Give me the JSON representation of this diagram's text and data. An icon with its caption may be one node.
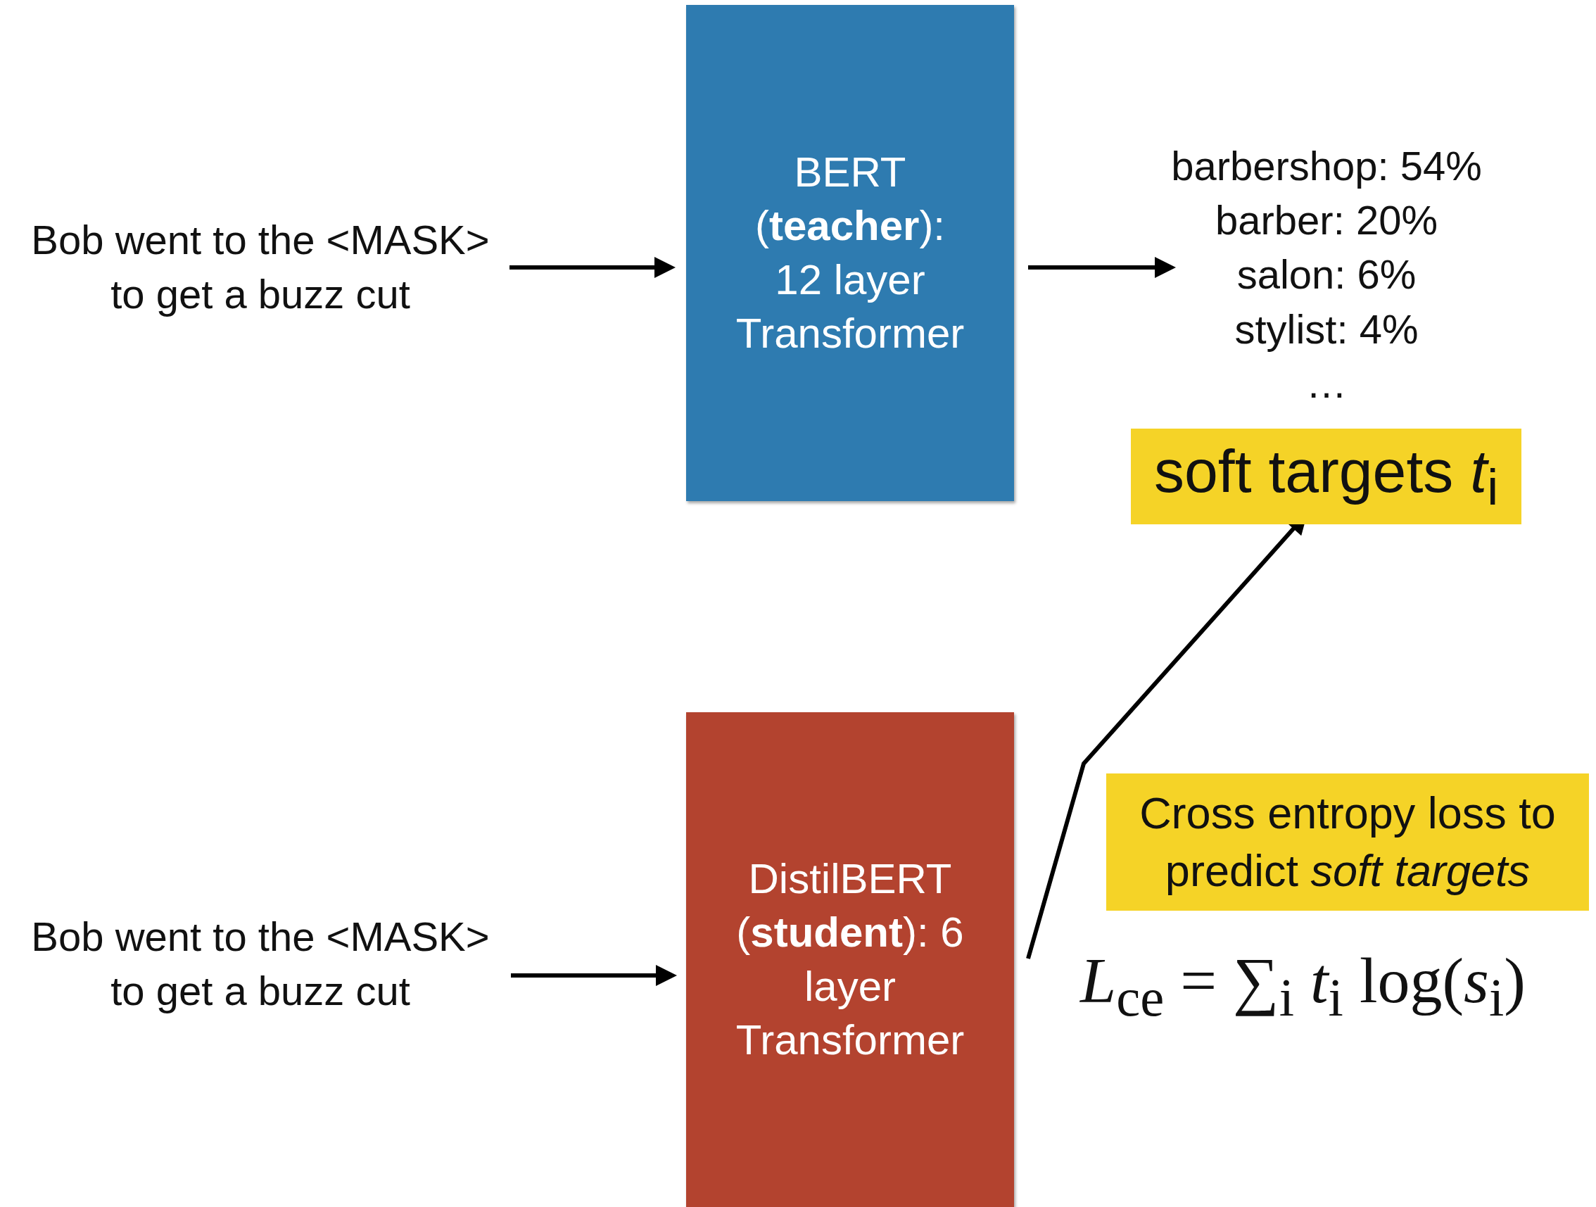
{
  "diagram": {
    "nodes": [
      {
        "text": [
          "Bob went to the <MASK> to get a buzz cut"
        ]
      },
      {
        "text": [
          "BERT (**teacher**): 12 layer Transformer"
        ]
      },
      {
        "text": [
          "barbershop: 54%",
          "barber: 20%",
          "salon: 6%",
          "stylist: 4%",
          "…"
        ]
      },
      {
        "text": [
          "soft targets *t*$_{i}$"
        ]
      },
      {
        "text": [
          "Bob went to the <MASK> to get a buzz cut"
        ]
      },
      {
        "text": [
          "DistilBERT (**student**): 6 layer Transformer"
        ]
      },
      {
        "text": [
          "Cross entropy loss to predict *soft targets*"
        ]
      }
    ],
    "edges": [
      {
        "from": 0,
        "to": 1,
        "arrow": "to"
      },
      {
        "from": 1,
        "to": 2,
        "arrow": "to"
      },
      {
        "from": 4,
        "to": 5,
        "arrow": "to"
      },
      {
        "from": 5,
        "to": 3,
        "arrow": "to"
      }
    ],
    "labels": [
      "*L*$_{ce}$ = ∑$_{i}$ *t*$_{i}$ log(*s*$_{i}$)"
    ]
  }
}
